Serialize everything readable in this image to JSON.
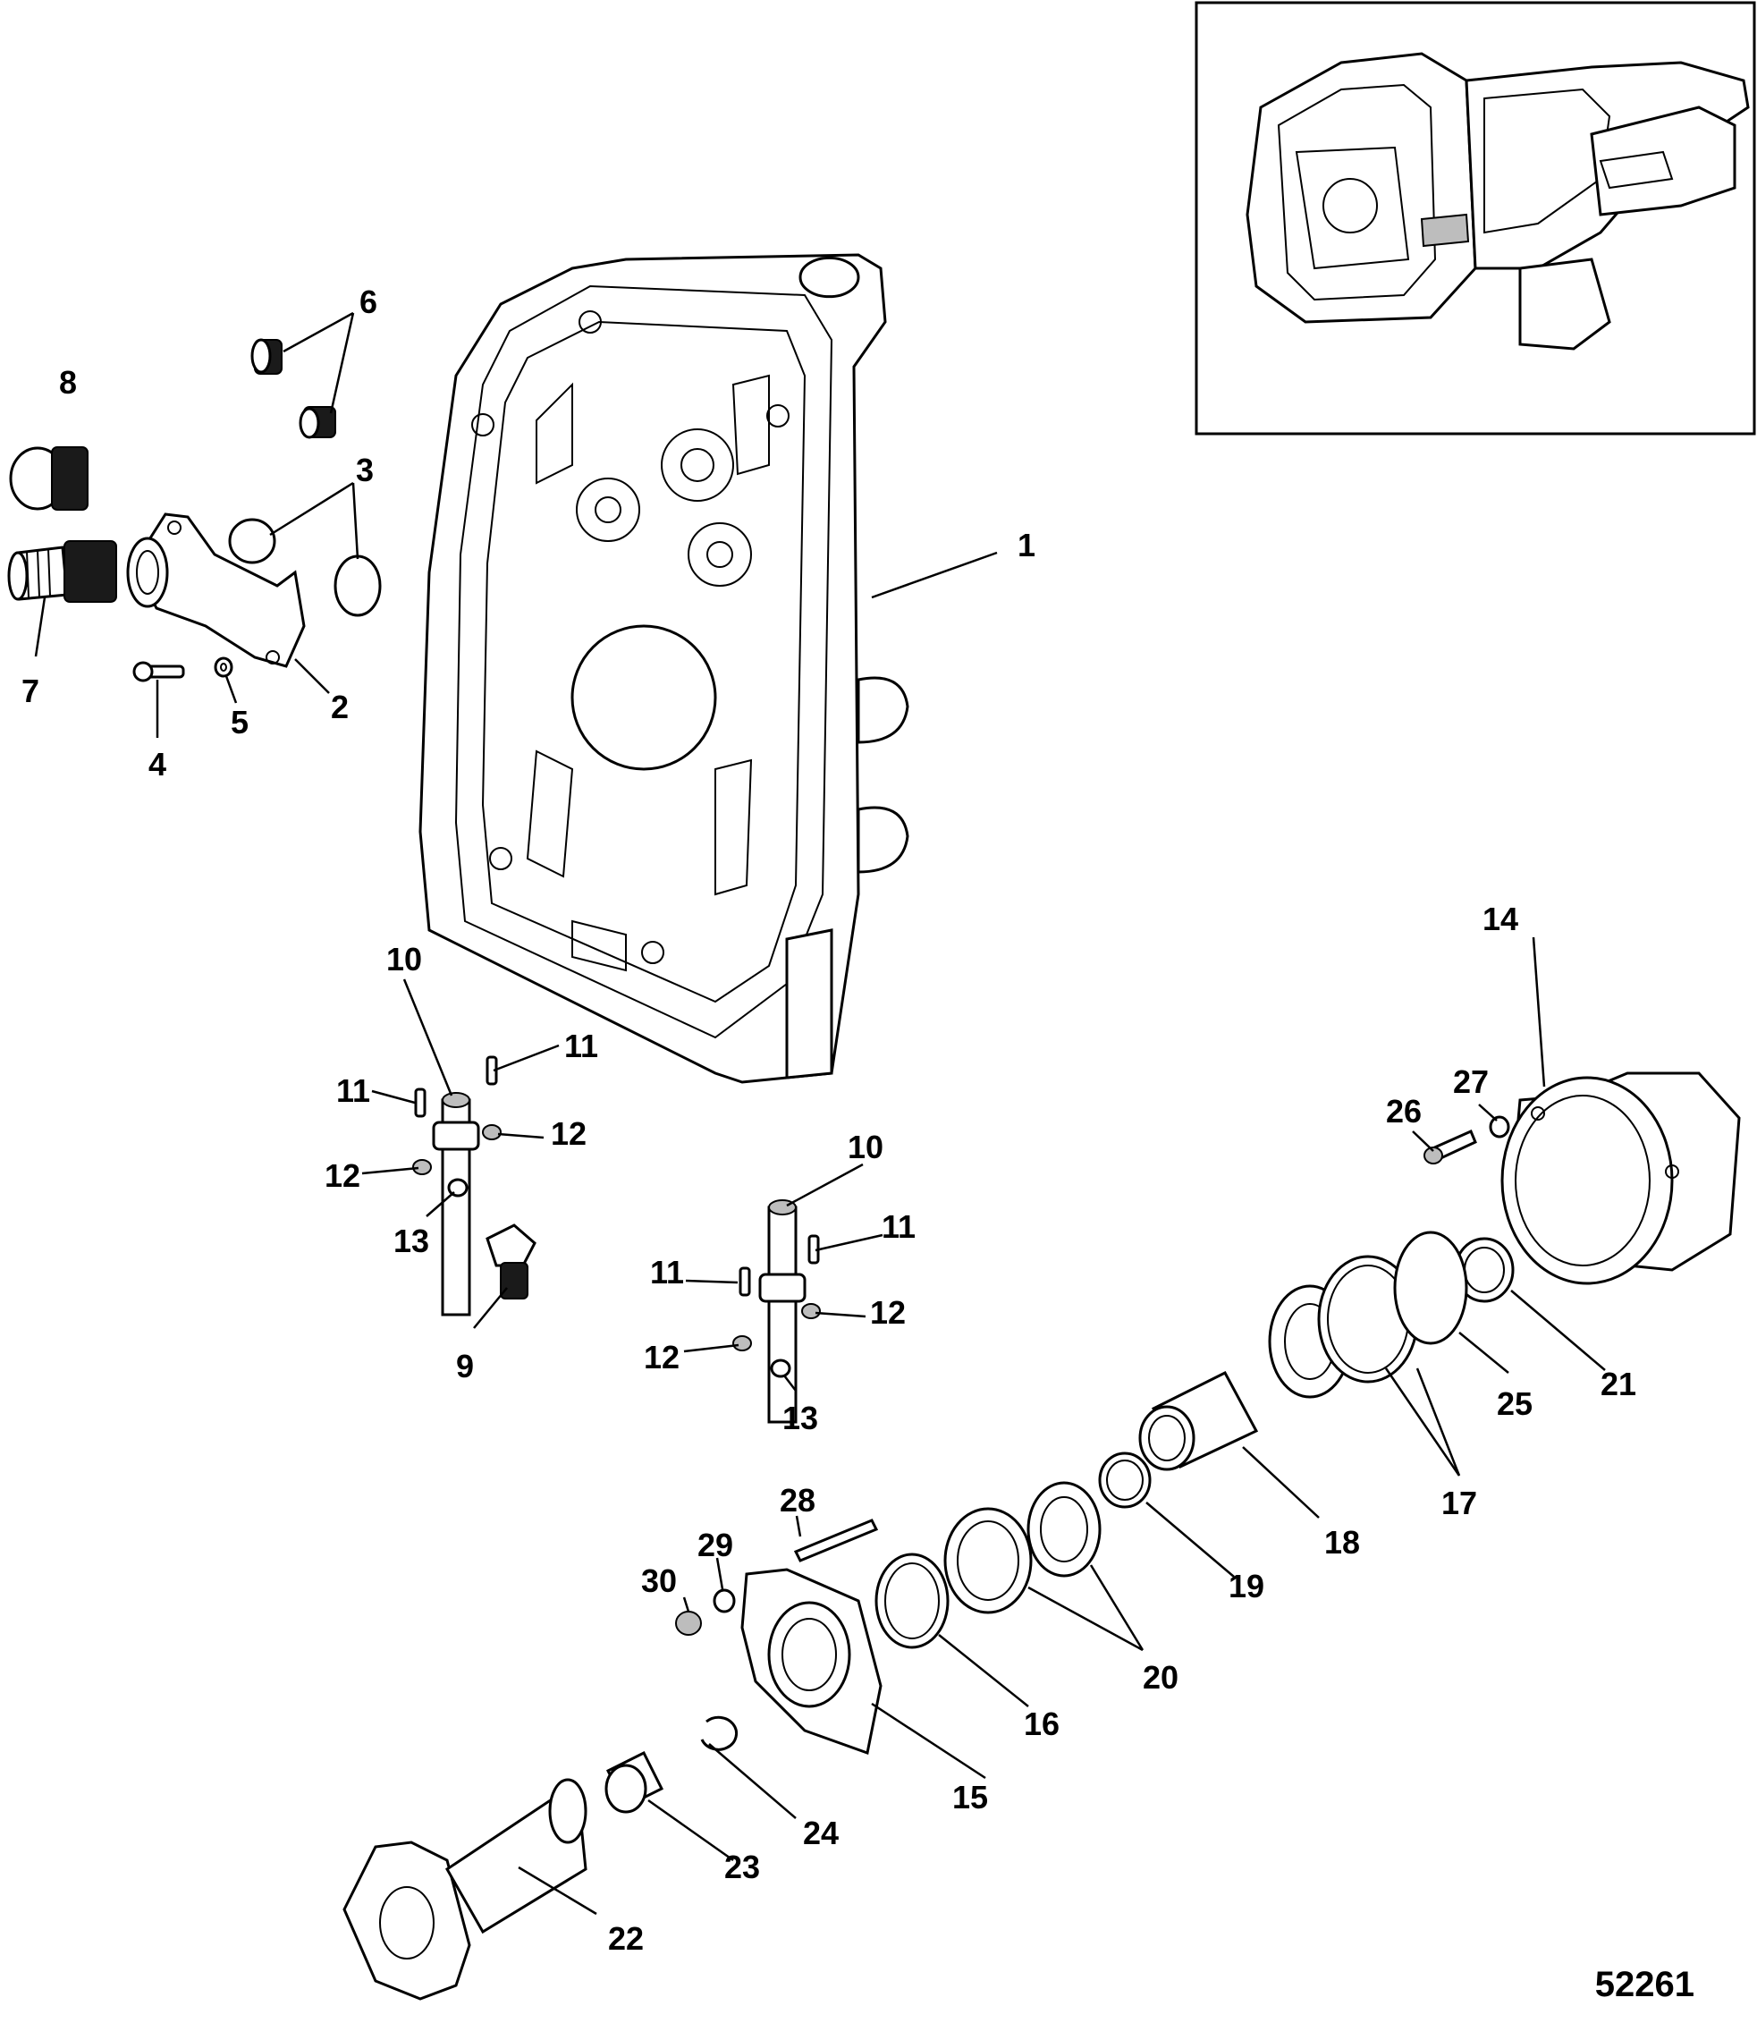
{
  "figure": {
    "id_number": "52261"
  },
  "callouts": [
    {
      "label": "1"
    },
    {
      "label": "2"
    },
    {
      "label": "3"
    },
    {
      "label": "4"
    },
    {
      "label": "5"
    },
    {
      "label": "6"
    },
    {
      "label": "7"
    },
    {
      "label": "8"
    },
    {
      "label": "9"
    },
    {
      "label": "10"
    },
    {
      "label": "10"
    },
    {
      "label": "11"
    },
    {
      "label": "11"
    },
    {
      "label": "11"
    },
    {
      "label": "11"
    },
    {
      "label": "12"
    },
    {
      "label": "12"
    },
    {
      "label": "12"
    },
    {
      "label": "12"
    },
    {
      "label": "13"
    },
    {
      "label": "13"
    },
    {
      "label": "14"
    },
    {
      "label": "15"
    },
    {
      "label": "16"
    },
    {
      "label": "17"
    },
    {
      "label": "18"
    },
    {
      "label": "19"
    },
    {
      "label": "20"
    },
    {
      "label": "21"
    },
    {
      "label": "22"
    },
    {
      "label": "23"
    },
    {
      "label": "24"
    },
    {
      "label": "25"
    },
    {
      "label": "26"
    },
    {
      "label": "27"
    },
    {
      "label": "28"
    },
    {
      "label": "29"
    },
    {
      "label": "30"
    }
  ]
}
